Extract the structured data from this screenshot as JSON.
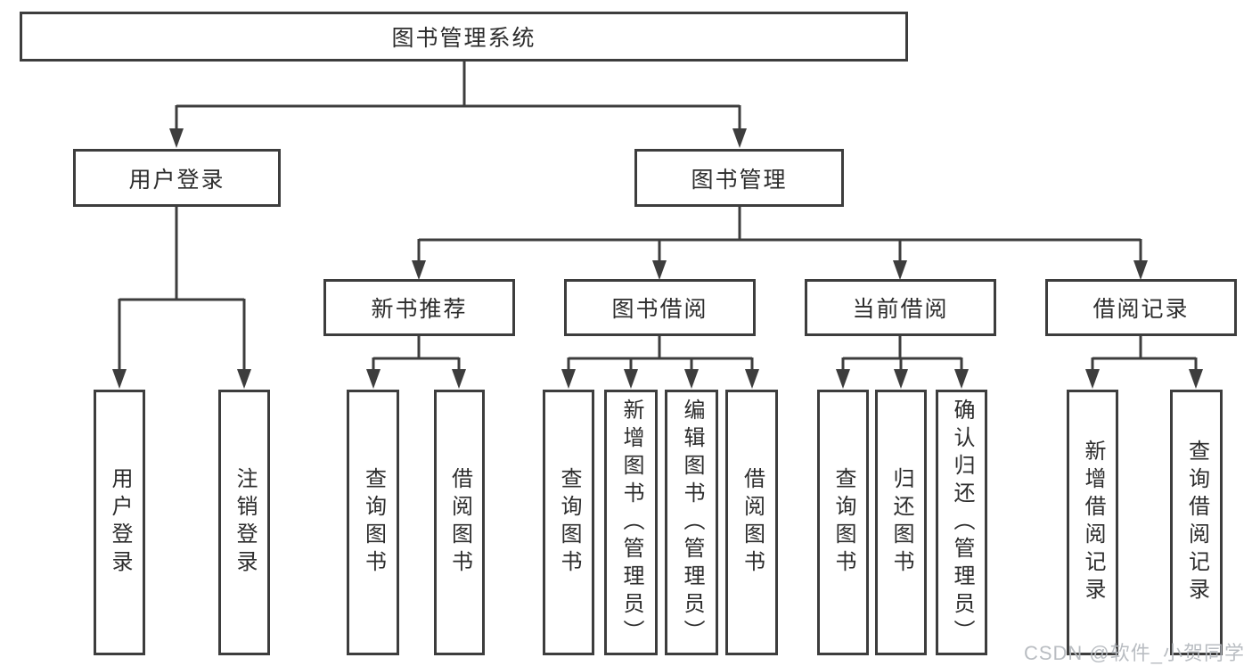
{
  "tree": {
    "root": "图书管理系统",
    "level2": [
      {
        "label": "用户登录",
        "children": [
          "用户登录",
          "注销登录"
        ]
      },
      {
        "label": "图书管理"
      }
    ],
    "level3": [
      {
        "label": "新书推荐",
        "children": [
          "查询图书",
          "借阅图书"
        ]
      },
      {
        "label": "图书借阅",
        "children": [
          "查询图书",
          "新增图书（管理员）",
          "编辑图书（管理员）",
          "借阅图书"
        ]
      },
      {
        "label": "当前借阅",
        "children": [
          "查询图书",
          "归还图书",
          "确认归还（管理员）"
        ]
      },
      {
        "label": "借阅记录",
        "children": [
          "新增借阅记录",
          "查询借阅记录"
        ]
      }
    ]
  },
  "watermark": "CSDN @软件_小贺同学",
  "colors": {
    "line": "#3d3d3d",
    "text": "#2d2d2d",
    "box_background": "#ffffff",
    "watermark": "#b4b8bd"
  }
}
